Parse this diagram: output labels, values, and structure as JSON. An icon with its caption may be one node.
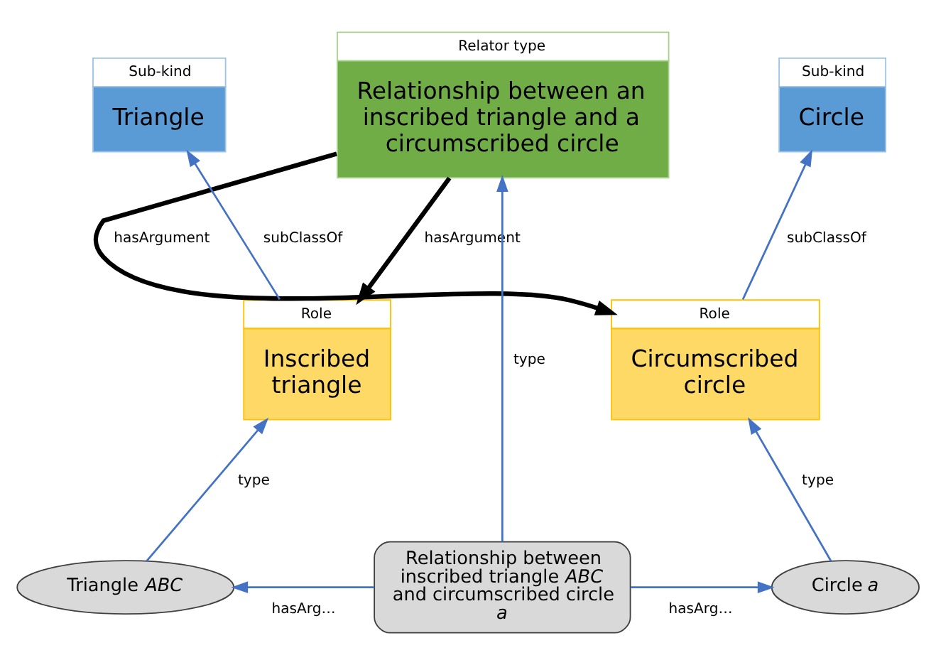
{
  "diagram": {
    "nodes": [
      {
        "text": [
          "Sub-kind",
          "Triangle"
        ]
      },
      {
        "text": [
          "Relator type",
          "Relationship between an inscribed triangle and a circumscribed circle"
        ]
      },
      {
        "text": [
          "Sub-kind",
          "Circle"
        ]
      },
      {
        "text": [
          "Role",
          "Inscribed triangle"
        ]
      },
      {
        "text": [
          "Role",
          "Circumscribed circle"
        ]
      },
      {
        "text": [
          "Triangle *ABC*"
        ]
      },
      {
        "text": [
          "Relationship between inscribed triangle *ABC* and circumscribed circle *a*"
        ]
      },
      {
        "text": [
          "Circle *a*"
        ]
      }
    ],
    "edges": [
      {
        "from": 3,
        "to": 0,
        "arrow": "to",
        "label": "subClassOf"
      },
      {
        "from": 4,
        "to": 2,
        "arrow": "to",
        "label": "subClassOf"
      },
      {
        "from": 1,
        "to": 3,
        "arrow": "to",
        "label": "hasArgument",
        "style": "thick",
        "color": "#000000"
      },
      {
        "from": 1,
        "to": 4,
        "arrow": "to",
        "label": "hasArgument",
        "style": "thick",
        "color": "#000000"
      },
      {
        "from": 6,
        "to": 1,
        "arrow": "to",
        "label": "type"
      },
      {
        "from": 5,
        "to": 3,
        "arrow": "to",
        "label": "type"
      },
      {
        "from": 7,
        "to": 4,
        "arrow": "to",
        "label": "type"
      },
      {
        "from": 6,
        "to": 5,
        "arrow": "to",
        "label": "hasArg…"
      },
      {
        "from": 6,
        "to": 7,
        "arrow": "to",
        "label": "hasArg…"
      }
    ]
  }
}
